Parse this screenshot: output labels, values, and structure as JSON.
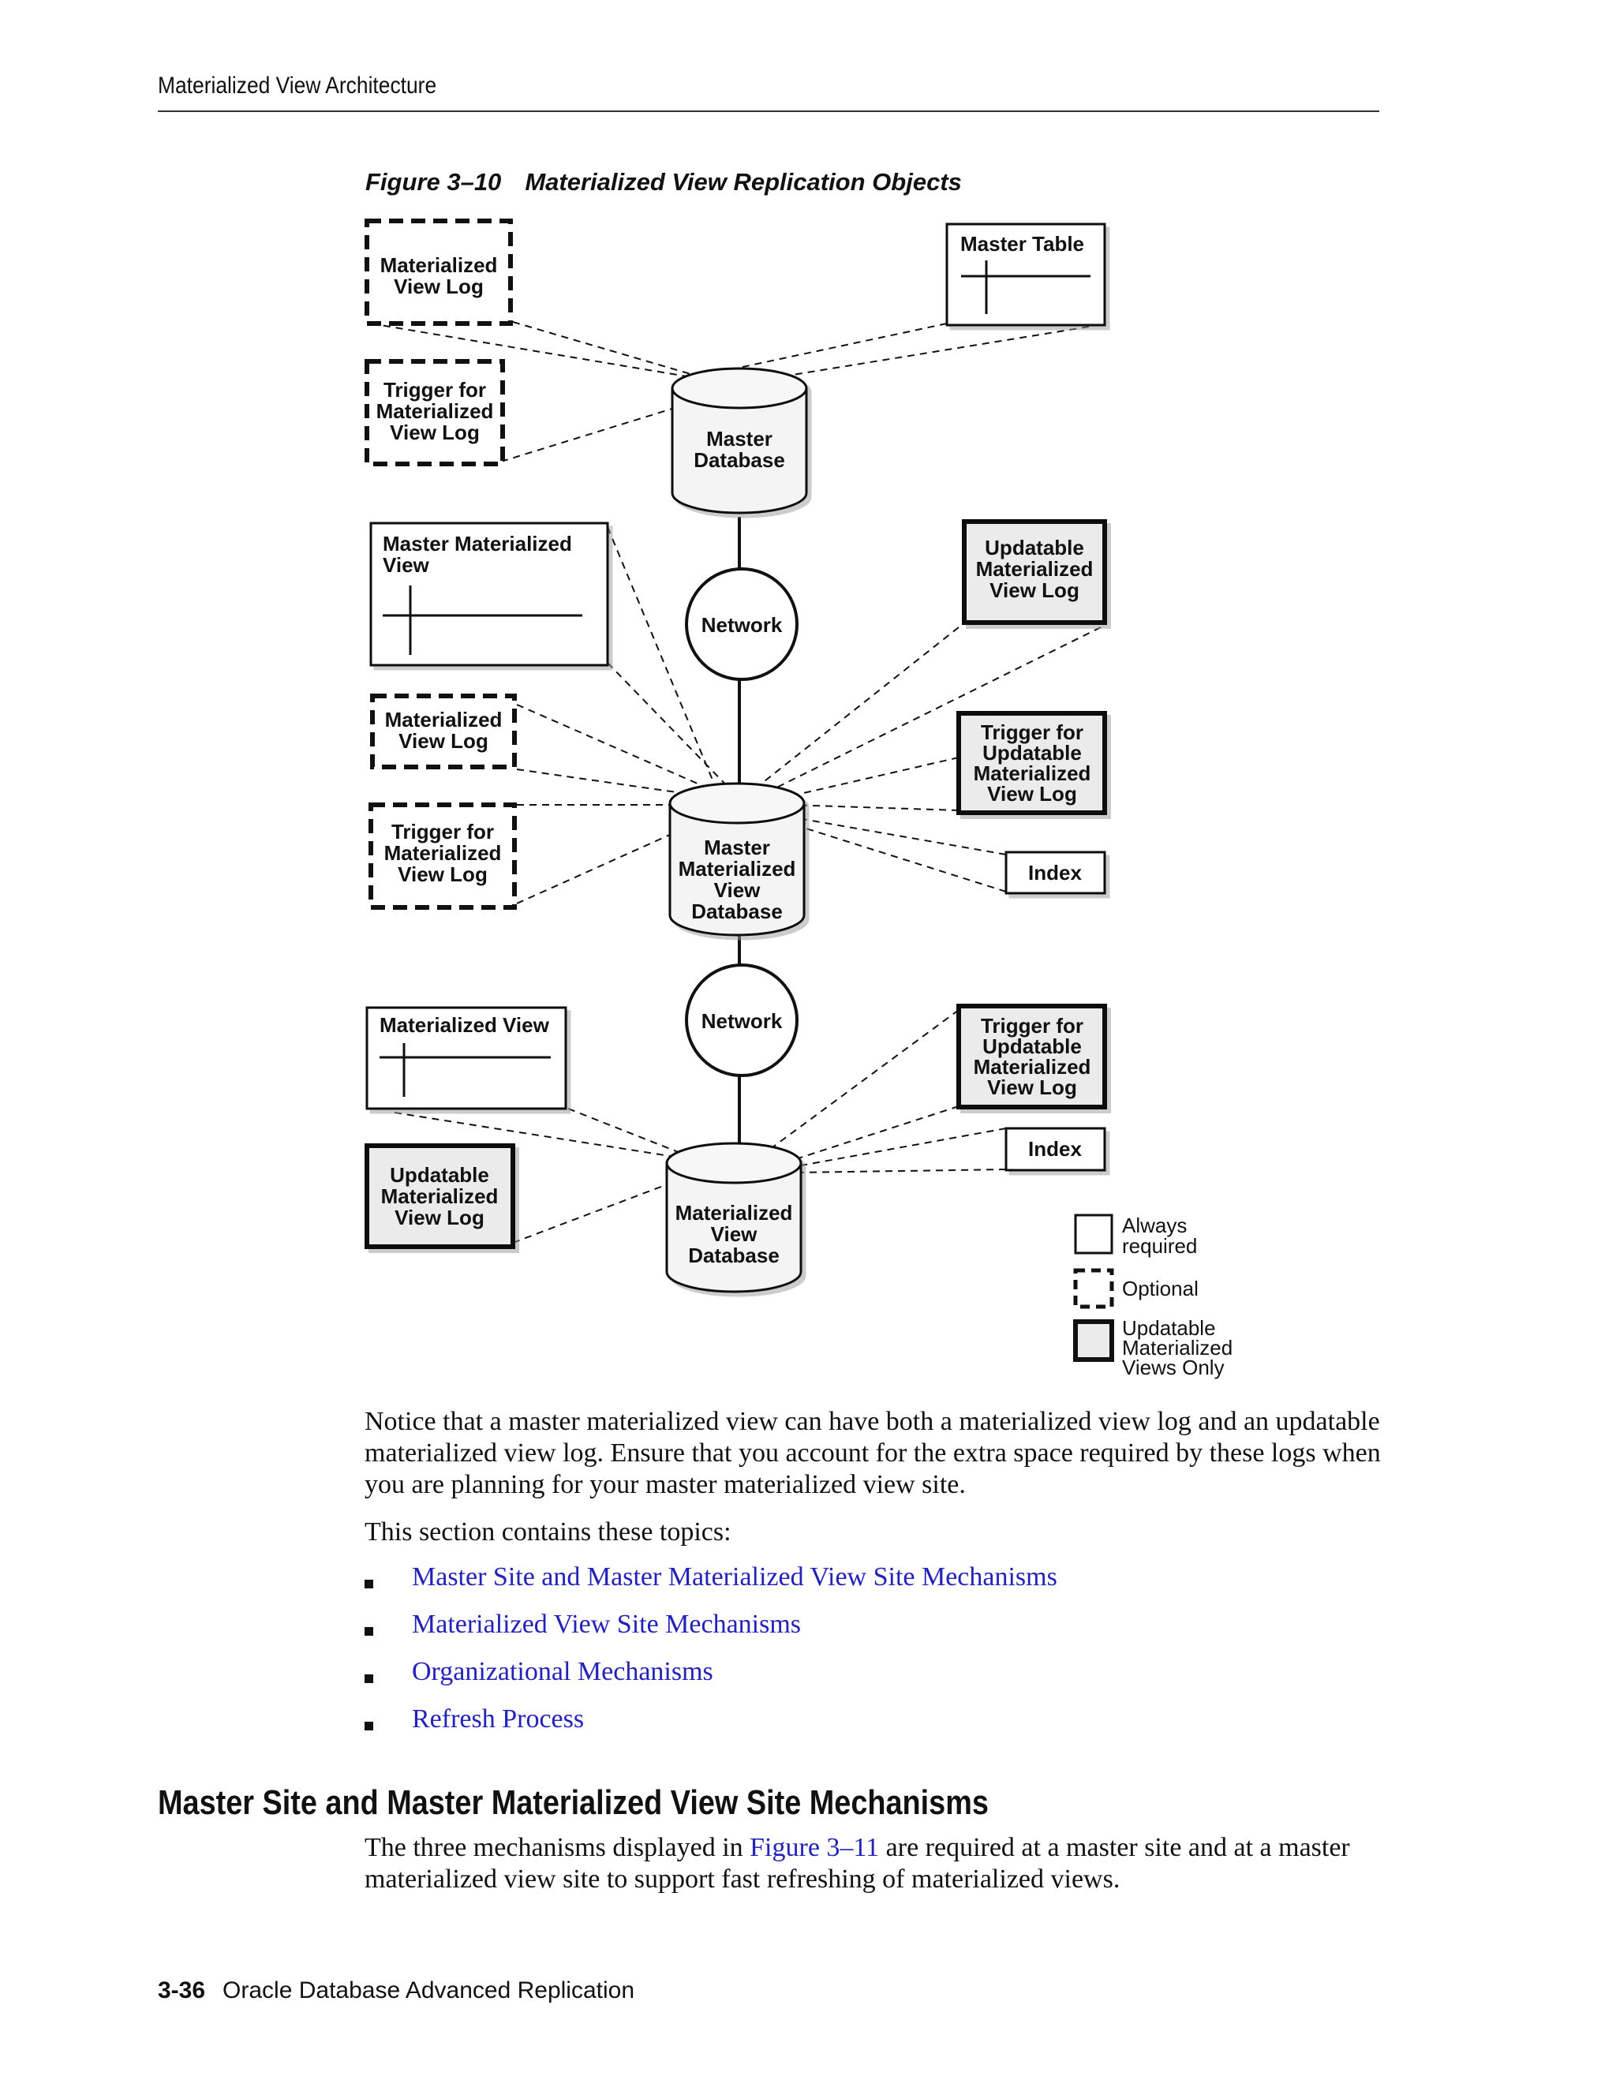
{
  "running_head": "Materialized View Architecture",
  "figure": {
    "number": "Figure 3–10",
    "title": "Materialized View Replication Objects",
    "nodes": {
      "mv_log_top": [
        "Materialized",
        "View Log"
      ],
      "trigger_top": [
        "Trigger for",
        "Materialized",
        "View Log"
      ],
      "master_table": "Master Table",
      "master_db": [
        "Master",
        "Database"
      ],
      "network": "Network",
      "master_mv": [
        "Master Materialized",
        "View"
      ],
      "upd_log_mid": [
        "Updatable",
        "Materialized",
        "View Log"
      ],
      "mv_log_mid": [
        "Materialized",
        "View Log"
      ],
      "trigger_mid": [
        "Trigger for",
        "Materialized",
        "View Log"
      ],
      "trigger_upd_mid": [
        "Trigger for",
        "Updatable",
        "Materialized",
        "View Log"
      ],
      "index": "Index",
      "master_mv_db": [
        "Master",
        "Materialized",
        "View",
        "Database"
      ],
      "mv": "Materialized View",
      "trigger_upd_bot": [
        "Trigger for",
        "Updatable",
        "Materialized",
        "View Log"
      ],
      "upd_log_bot": [
        "Updatable",
        "Materialized",
        "View Log"
      ],
      "mv_db": [
        "Materialized",
        "View",
        "Database"
      ]
    },
    "legend": {
      "always": [
        "Always",
        "required"
      ],
      "optional": "Optional",
      "updatable": [
        "Updatable",
        "Materialized",
        "Views Only"
      ]
    },
    "colors": {
      "updatable_fill": "#ebebeb",
      "db_fill": "#f4f4f4",
      "stroke": "#111111"
    }
  },
  "paragraph1": "Notice that a master materialized view can have both a materialized view log and an updatable materialized view log. Ensure that you account for the extra space required by these logs when you are planning for your master materialized view site.",
  "paragraph2": "This section contains these topics:",
  "topics": [
    "Master Site and Master Materialized View Site Mechanisms",
    "Materialized View Site Mechanisms",
    "Organizational Mechanisms",
    "Refresh Process"
  ],
  "section_heading": "Master Site and Master Materialized View Site Mechanisms",
  "paragraph3": {
    "before": "The three mechanisms displayed in ",
    "link": "Figure 3–11",
    "after": " are required at a master site and at a master materialized view site to support fast refreshing of materialized views."
  },
  "footer": {
    "page": "3-36",
    "book": "Oracle Database Advanced Replication"
  }
}
